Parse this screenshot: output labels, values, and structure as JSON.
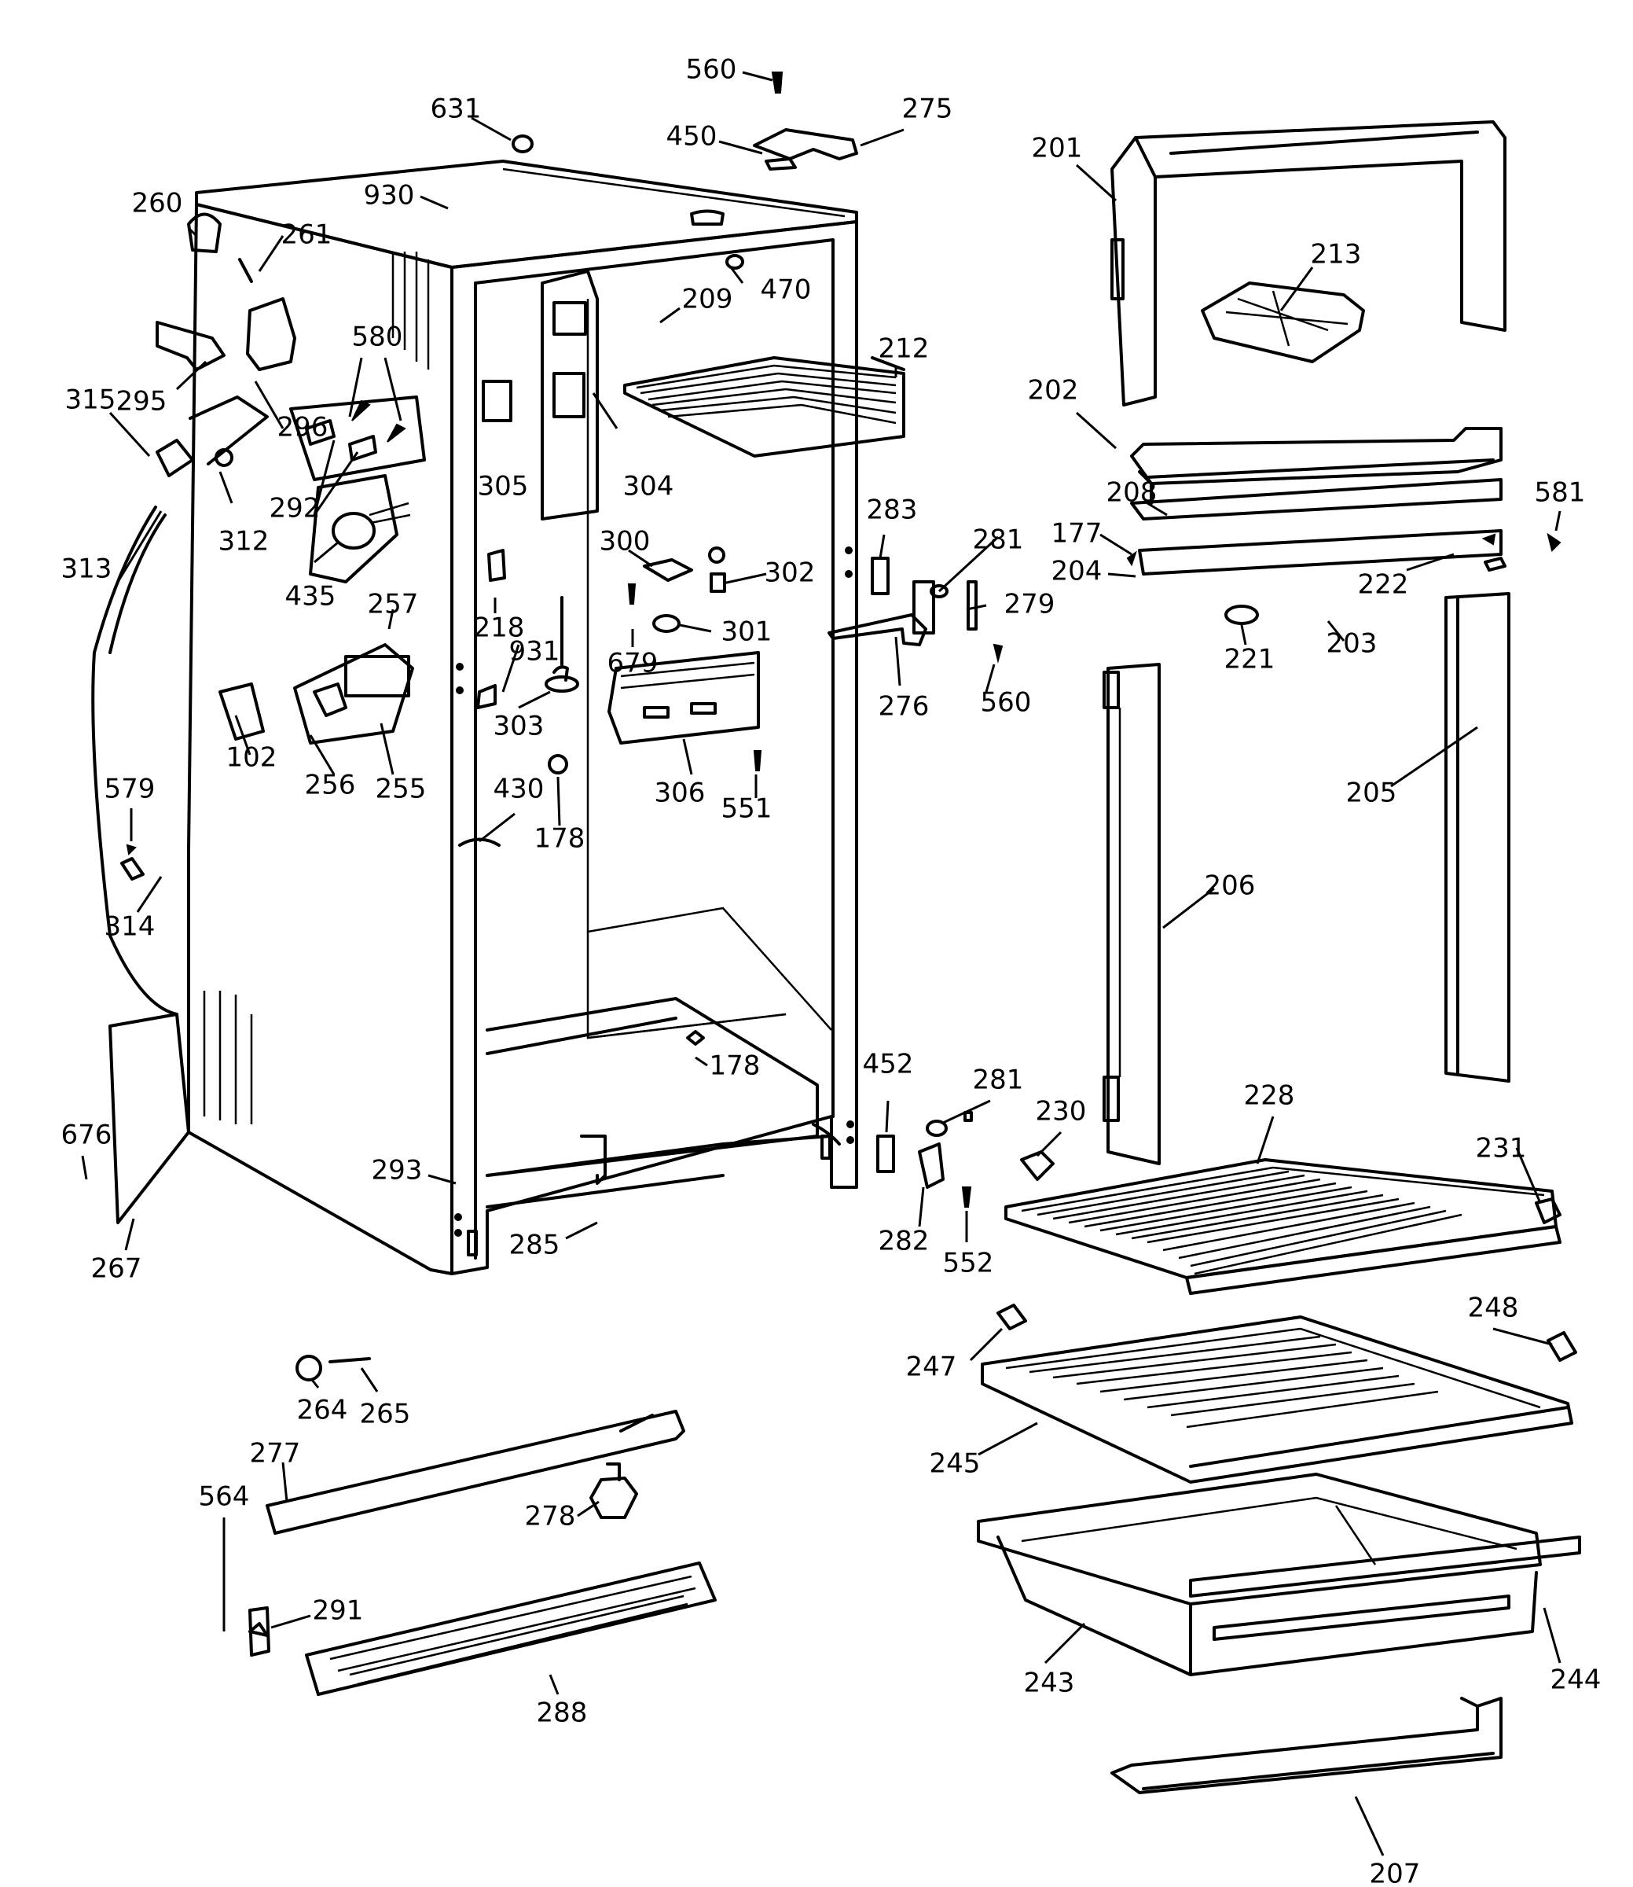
{
  "callouts": [
    {
      "id": "c560a",
      "text": "560"
    },
    {
      "id": "c631",
      "text": "631"
    },
    {
      "id": "c450",
      "text": "450"
    },
    {
      "id": "c275",
      "text": "275"
    },
    {
      "id": "c201",
      "text": "201"
    },
    {
      "id": "c930",
      "text": "930"
    },
    {
      "id": "c260",
      "text": "260"
    },
    {
      "id": "c261",
      "text": "261"
    },
    {
      "id": "c470",
      "text": "470"
    },
    {
      "id": "c209",
      "text": "209"
    },
    {
      "id": "c213",
      "text": "213"
    },
    {
      "id": "c212",
      "text": "212"
    },
    {
      "id": "c580",
      "text": "580"
    },
    {
      "id": "c295",
      "text": "295"
    },
    {
      "id": "c315",
      "text": "315"
    },
    {
      "id": "c296",
      "text": "296"
    },
    {
      "id": "c202",
      "text": "202"
    },
    {
      "id": "c292",
      "text": "292"
    },
    {
      "id": "c305",
      "text": "305"
    },
    {
      "id": "c304",
      "text": "304"
    },
    {
      "id": "c208",
      "text": "208"
    },
    {
      "id": "c581",
      "text": "581"
    },
    {
      "id": "c312",
      "text": "312"
    },
    {
      "id": "c283",
      "text": "283"
    },
    {
      "id": "c177",
      "text": "177"
    },
    {
      "id": "c300",
      "text": "300"
    },
    {
      "id": "c281a",
      "text": "281"
    },
    {
      "id": "c302",
      "text": "302"
    },
    {
      "id": "c313",
      "text": "313"
    },
    {
      "id": "c435",
      "text": "435"
    },
    {
      "id": "c204",
      "text": "204"
    },
    {
      "id": "c222",
      "text": "222"
    },
    {
      "id": "c257",
      "text": "257"
    },
    {
      "id": "c279",
      "text": "279"
    },
    {
      "id": "c218",
      "text": "218"
    },
    {
      "id": "c301",
      "text": "301"
    },
    {
      "id": "c679",
      "text": "679"
    },
    {
      "id": "c221",
      "text": "221"
    },
    {
      "id": "c203",
      "text": "203"
    },
    {
      "id": "c931",
      "text": "931"
    },
    {
      "id": "c276",
      "text": "276"
    },
    {
      "id": "c560b",
      "text": "560"
    },
    {
      "id": "c303",
      "text": "303"
    },
    {
      "id": "c102",
      "text": "102"
    },
    {
      "id": "c256",
      "text": "256"
    },
    {
      "id": "c255",
      "text": "255"
    },
    {
      "id": "c306",
      "text": "306"
    },
    {
      "id": "c551",
      "text": "551"
    },
    {
      "id": "c205",
      "text": "205"
    },
    {
      "id": "c579",
      "text": "579"
    },
    {
      "id": "c430",
      "text": "430"
    },
    {
      "id": "c178a",
      "text": "178"
    },
    {
      "id": "c314",
      "text": "314"
    },
    {
      "id": "c206",
      "text": "206"
    },
    {
      "id": "c178b",
      "text": "178"
    },
    {
      "id": "c452",
      "text": "452"
    },
    {
      "id": "c281b",
      "text": "281"
    },
    {
      "id": "c230",
      "text": "230"
    },
    {
      "id": "c228",
      "text": "228"
    },
    {
      "id": "c676",
      "text": "676"
    },
    {
      "id": "c231",
      "text": "231"
    },
    {
      "id": "c293",
      "text": "293"
    },
    {
      "id": "c285",
      "text": "285"
    },
    {
      "id": "c282",
      "text": "282"
    },
    {
      "id": "c552",
      "text": "552"
    },
    {
      "id": "c267",
      "text": "267"
    },
    {
      "id": "c248",
      "text": "248"
    },
    {
      "id": "c247",
      "text": "247"
    },
    {
      "id": "c264",
      "text": "264"
    },
    {
      "id": "c265",
      "text": "265"
    },
    {
      "id": "c277",
      "text": "277"
    },
    {
      "id": "c245",
      "text": "245"
    },
    {
      "id": "c564",
      "text": "564"
    },
    {
      "id": "c278",
      "text": "278"
    },
    {
      "id": "c291",
      "text": "291"
    },
    {
      "id": "c243",
      "text": "243"
    },
    {
      "id": "c244",
      "text": "244"
    },
    {
      "id": "c288",
      "text": "288"
    },
    {
      "id": "c207",
      "text": "207"
    }
  ]
}
